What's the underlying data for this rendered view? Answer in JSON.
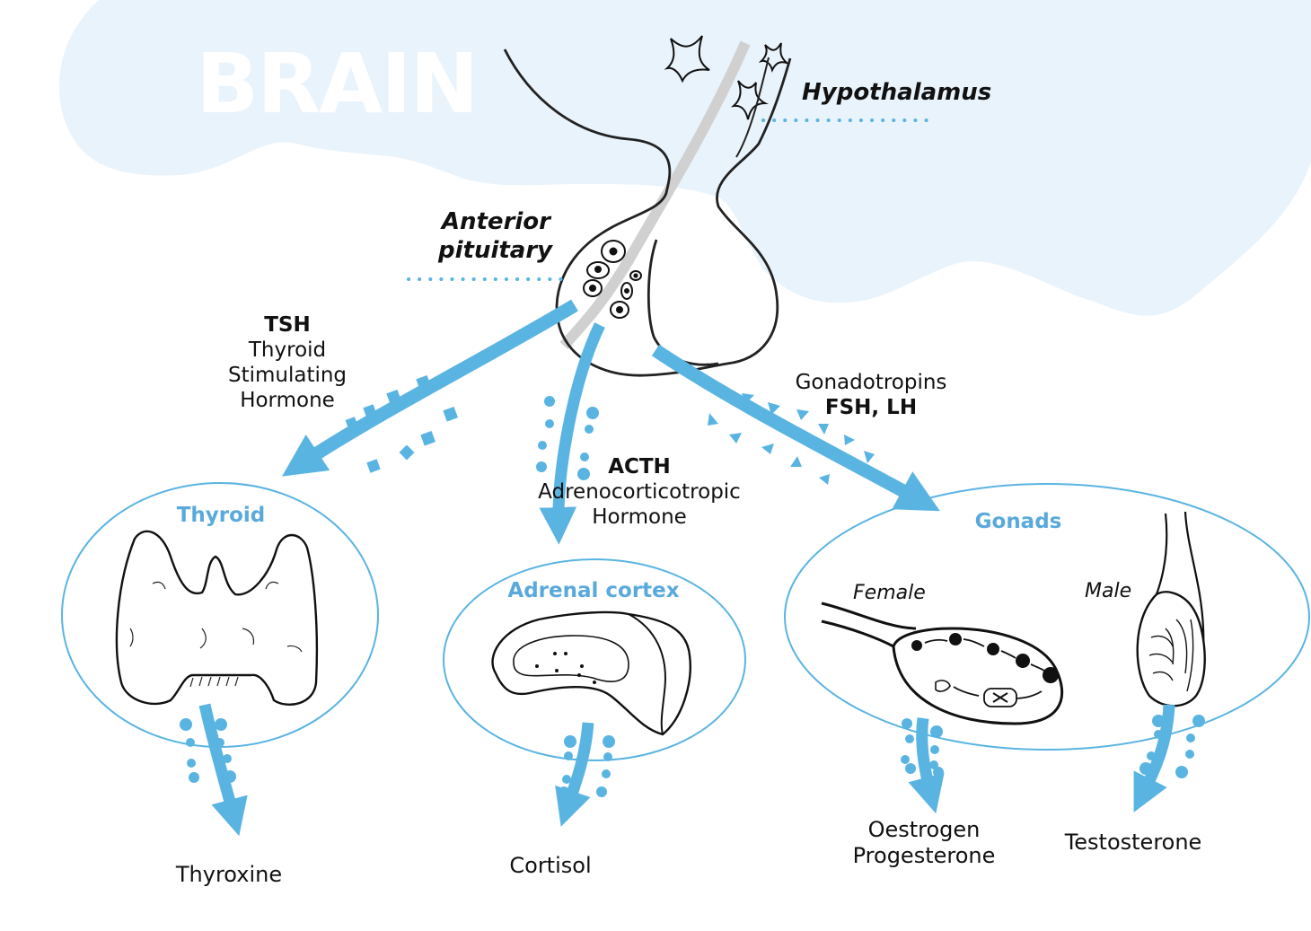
{
  "title": "BRAIN",
  "colors": {
    "accent": "#5ab4e2",
    "brain_region": "#e9f3fb",
    "stalk": "#cfcfcf",
    "outline": "#111111"
  },
  "brain": {
    "hypothalamus_label": "Hypothalamus",
    "anterior_pituitary_label_line1": "Anterior",
    "anterior_pituitary_label_line2": "pituitary"
  },
  "hormones": {
    "tsh": {
      "abbr": "TSH",
      "line1": "Thyroid",
      "line2": "Stimulating",
      "line3": "Hormone"
    },
    "acth": {
      "abbr": "ACTH",
      "line1": "Adrenocorticotropic",
      "line2": "Hormone"
    },
    "gonadotropins": {
      "name": "Gonadotropins",
      "abbr": "FSH, LH"
    }
  },
  "glands": {
    "thyroid": "Thyroid",
    "adrenal": "Adrenal cortex",
    "gonads": "Gonads",
    "female": "Female",
    "male": "Male"
  },
  "outputs": {
    "thyroid": "Thyroxine",
    "adrenal": "Cortisol",
    "female_line1": "Oestrogen",
    "female_line2": "Progesterone",
    "male": "Testosterone"
  }
}
